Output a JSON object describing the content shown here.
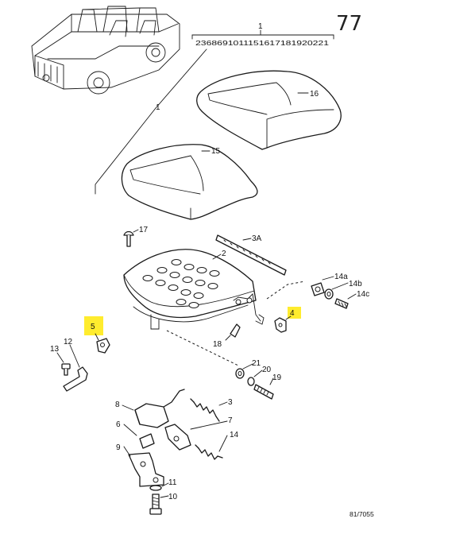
{
  "page_number": "77",
  "model_range": "2368691011151617181920221",
  "reference_code": "81/7055",
  "callouts": {
    "c1_top": "1",
    "c1_mid": "1",
    "c16": "16",
    "c15": "15",
    "c17": "17",
    "c3a": "3A",
    "c2": "2",
    "c14a": "14a",
    "c14b": "14b",
    "c14c": "14c",
    "c4": "4",
    "c5": "5",
    "c13": "13",
    "c12": "12",
    "c18": "18",
    "c21": "21",
    "c20": "20",
    "c19": "19",
    "c8": "8",
    "c3": "3",
    "c6": "6",
    "c7": "7",
    "c14": "14",
    "c9": "9",
    "c11": "11",
    "c10": "10"
  },
  "highlight_color": "#ffec2e"
}
